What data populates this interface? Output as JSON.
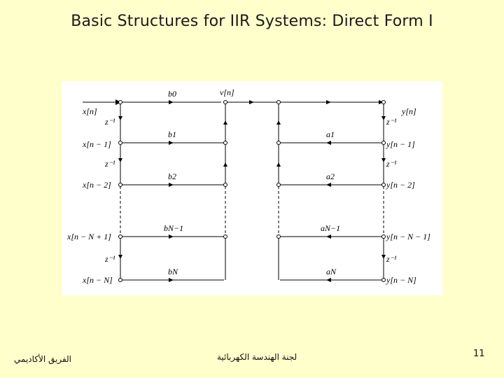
{
  "slide": {
    "title": "Basic Structures for IIR Systems: Direct Form I",
    "footer_left": "الفريق الأكاديمي",
    "footer_center": "لجنة الهندسة الكهربائية",
    "page_number": "11"
  },
  "diagram": {
    "left_labels": [
      "x[n]",
      "z⁻¹",
      "x[n − 1]",
      "z⁻¹",
      "x[n − 2]",
      "x[n − N + 1]",
      "z⁻¹",
      "x[n − N]"
    ],
    "right_labels": [
      "y[n]",
      "z⁻¹",
      "y[n − 1]",
      "z⁻¹",
      "y[n − 2]",
      "y[n − N − 1]",
      "z⁻¹",
      "y[n − N]"
    ],
    "feedforward_coeffs": [
      "b0",
      "b1",
      "b2",
      "bN−1",
      "bN"
    ],
    "feedback_coeffs": [
      "a1",
      "a2",
      "aN−1",
      "aN"
    ],
    "center_node": "v[n]"
  }
}
